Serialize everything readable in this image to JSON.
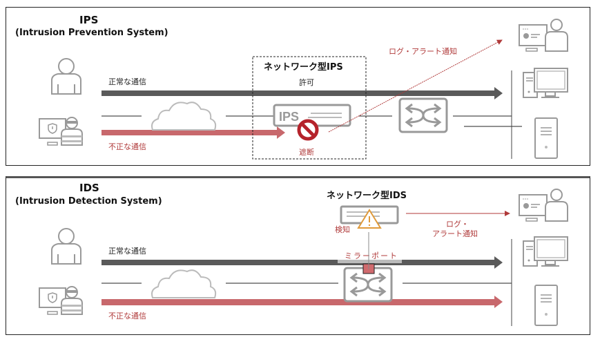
{
  "ips": {
    "title": "IPS",
    "subtitle": "(Intrusion Prevention System)",
    "device_title": "ネットワーク型IPS",
    "device_label": "IPS",
    "allow_label": "許可",
    "block_label": "遮断",
    "normal_traffic": "正常な通信",
    "malicious_traffic": "不正な通信",
    "alert_label": "ログ・アラート通知"
  },
  "ids": {
    "title": "IDS",
    "subtitle": "(Intrusion Detection System)",
    "device_title": "ネットワーク型IDS",
    "detect_label": "検知",
    "mirror_port_label": "ミラーポート",
    "normal_traffic": "正常な通信",
    "malicious_traffic": "不正な通信",
    "alert_label_line1": "ログ・",
    "alert_label_line2": "アラート通知"
  },
  "colors": {
    "normal": "#5a5a5a",
    "malicious": "#c8686c",
    "alert": "#b03a3a",
    "block": "#b5232b",
    "warning": "#e09a3a",
    "icon_gray": "#9a9a9a"
  }
}
